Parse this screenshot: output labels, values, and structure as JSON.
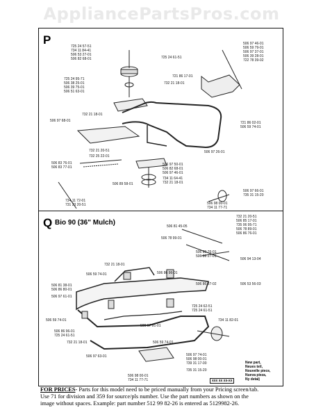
{
  "watermark": "AppliancePartsPros.com",
  "section_p": {
    "letter": "P"
  },
  "section_q": {
    "letter": "Q",
    "title": "Bio 90 (36\" Mulch)"
  },
  "labels_p": [
    "725 24 57-51",
    "734 11 84-41",
    "506 53 27-01",
    "506 82 68-01",
    "725 24 61-51",
    "725 24 95-71",
    "506 38 25-01",
    "506 39 75-01",
    "506 51 63-01",
    "506 97 46-01",
    "506 59 79-01",
    "506 97 37-01",
    "506 39 28-01",
    "722 78 39-02",
    "721 86 17-01",
    "732 21 18-01",
    "721 86 02-01",
    "506 59 74-01",
    "732 21 18-01",
    "506 97 68-01",
    "506 97 26-01",
    "732 21 20-51",
    "732 25 22-01",
    "506 83 76-01",
    "506 83 77-01",
    "506 97 50-01",
    "506 82 68-01",
    "506 97 46-01",
    "506 89 58-01",
    "734 11 64-41",
    "732 21 18-01",
    "734 11 72-01",
    "731 23 20-51",
    "506 97 66-01",
    "735 31 15-20",
    "506 98 00-01",
    "734 11 77-71"
  ],
  "labels_q": [
    "732 21 20-51",
    "506 85 17-01",
    "735 06 95-71",
    "506 78 89-01",
    "506 86 76-01",
    "506 81 45-05",
    "506 78 99-01",
    "506 89 76-01",
    "506 86 27-01",
    "506 94 13-04",
    "506 53 56-03",
    "732 21 18-01",
    "506 59 74-01",
    "506 86 96-01",
    "506 86 87-02",
    "506 81 38-01",
    "506 86 80-01",
    "506 97 61-01",
    "725 24 62-51",
    "725 24 61-51",
    "506 59 74-01",
    "734 11 82-01",
    "506 97 91-01",
    "506 86 96-01",
    "725 24 61-51",
    "732 21 18-01",
    "506 59 74-01",
    "506 97 63-01",
    "506 97 74-01",
    "506 98 00-01",
    "739 31 17-00",
    "506 98 00-01",
    "734 11 77-71",
    "735 31 15-20"
  ],
  "legend": {
    "line1": "New part,",
    "line2": "Neues teil,",
    "line3": "Nouvelle piece,",
    "line4": "Nueva pieza,",
    "line5": "Ny detalj",
    "key": "xxx xx xx-xx"
  },
  "footer": {
    "heading": "FOR PRICES",
    "line1": "- Parts for this model need to be priced manually from your Pricing screen/tab.",
    "line2": "Use 71 for division and 359 for source/pls number.  Use the part numbers as shown on the",
    "line3": "image without spaces.  Example: part number 512 99 82-26 is entered as 5129982-26."
  }
}
